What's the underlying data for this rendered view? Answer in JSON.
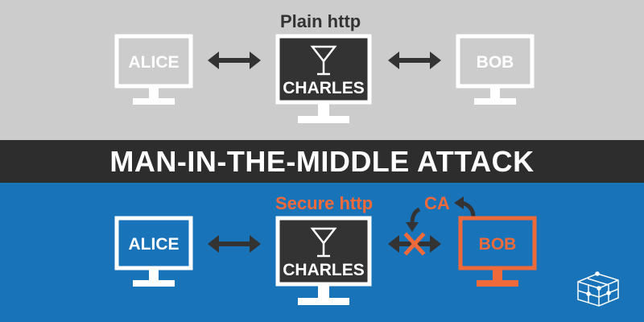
{
  "banner": {
    "title": "MAN-IN-THE-MIDDLE ATTACK"
  },
  "top_scene": {
    "label": "Plain http",
    "alice": "ALICE",
    "charles": "CHARLES",
    "bob": "BOB"
  },
  "bottom_scene": {
    "label": "Secure http",
    "ca": "CA",
    "alice": "ALICE",
    "charles": "CHARLES",
    "bob": "BOB"
  },
  "colors": {
    "top_bg": "#cccccd",
    "banner_bg": "#2d2d2d",
    "bottom_bg": "#1973b8",
    "accent_orange": "#ef6a3a",
    "dark": "#333333",
    "white": "#ffffff"
  },
  "icons": [
    "cocktail-glass-icon",
    "double-arrow-icon",
    "blocked-x-icon",
    "curved-arrow-icon",
    "network-cube-logo"
  ]
}
